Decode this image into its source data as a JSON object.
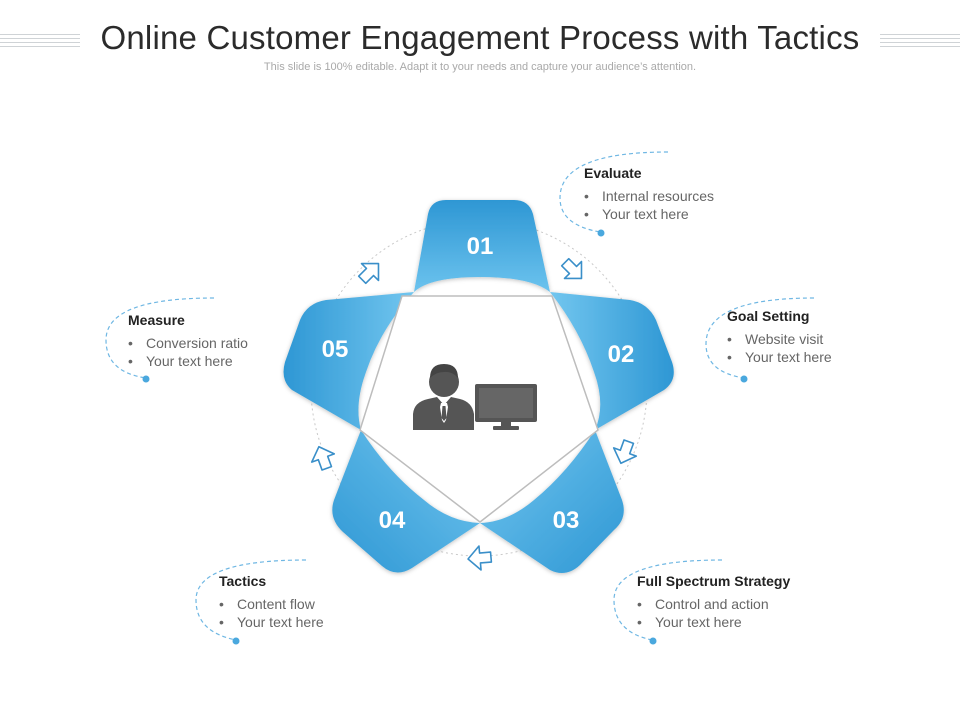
{
  "header": {
    "title": "Online Customer Engagement Process with Tactics",
    "subtitle": "This slide is 100% editable. Adapt it to your needs and capture your audience’s attention."
  },
  "colors": {
    "accent": "#2d9ad6",
    "accent_light": "#6cc3ee",
    "icon": "#555555",
    "connector": "#6fb7e3"
  },
  "steps": [
    {
      "number": "01",
      "title": "Evaluate",
      "bullets": [
        "Internal resources",
        "Your text here"
      ]
    },
    {
      "number": "02",
      "title": "Goal Setting",
      "bullets": [
        "Website visit",
        "Your text here"
      ]
    },
    {
      "number": "03",
      "title": "Full Spectrum Strategy",
      "bullets": [
        "Control and action",
        "Your text here"
      ]
    },
    {
      "number": "04",
      "title": "Tactics",
      "bullets": [
        "Content flow",
        "Your text here"
      ]
    },
    {
      "number": "05",
      "title": "Measure",
      "bullets": [
        "Conversion ratio",
        "Your text here"
      ]
    }
  ],
  "center_icons": [
    "person-icon",
    "monitor-icon"
  ],
  "arrow_icons": [
    "arrow-icon",
    "arrow-icon",
    "arrow-icon",
    "arrow-icon",
    "arrow-icon"
  ]
}
